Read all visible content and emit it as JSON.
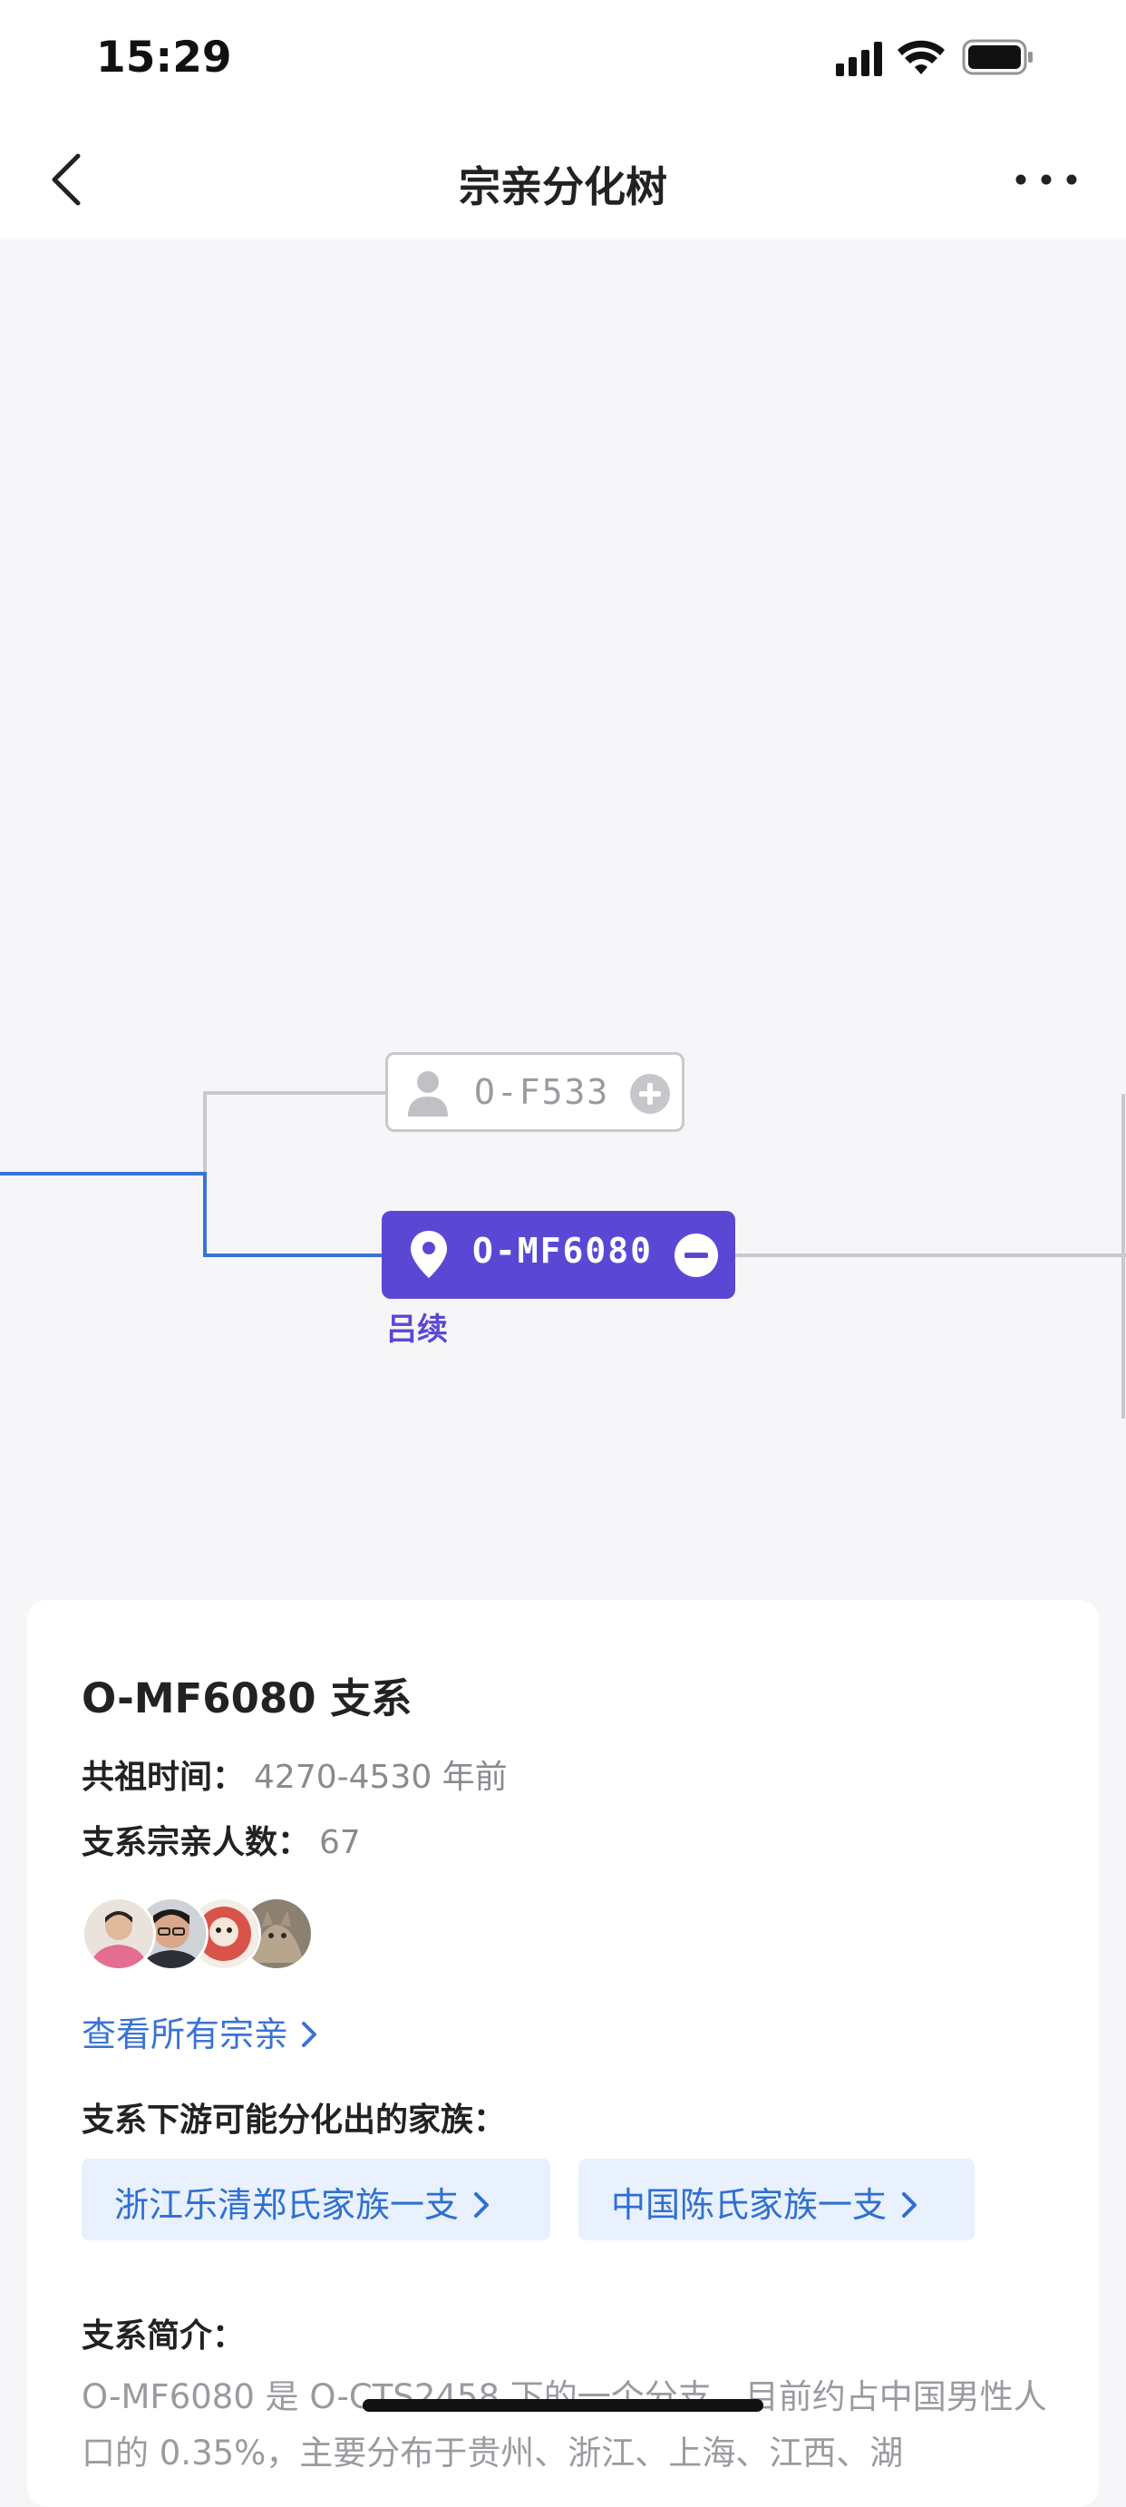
{
  "status_bar": {
    "time": "15:29"
  },
  "nav": {
    "title": "宗亲分化树"
  },
  "tree": {
    "nodes": [
      {
        "id": "O-F533",
        "state": "collapsed"
      },
      {
        "id": "O-MF6080",
        "state": "selected",
        "caption": "吕续"
      }
    ]
  },
  "colors": {
    "accent": "#5a48d5",
    "link": "#3a73d6",
    "chip_bg": "#e8f1fd",
    "tree_line_active": "#3a73d6",
    "tree_line_inactive": "#c8c9cc"
  },
  "card": {
    "title": "O-MF6080 支系",
    "common_ancestor": {
      "label": "共祖时间：",
      "value": "4270-4530 年前"
    },
    "member_count": {
      "label": "支系宗亲人数：",
      "value": "67"
    },
    "avatar_count_shown": 4,
    "view_all": "查看所有宗亲",
    "families_heading": "支系下游可能分化出的家族：",
    "families": [
      {
        "label": "浙江乐清郑氏家族一支"
      },
      {
        "label": "中国陈氏家族一支"
      }
    ],
    "intro_heading": "支系简介：",
    "intro_text": "O-MF6080 是 O-CTS2458 下的一个分支，目前约占中国男性人口的 0.35%，主要分布于贵州、浙江、上海、江西、湖"
  }
}
